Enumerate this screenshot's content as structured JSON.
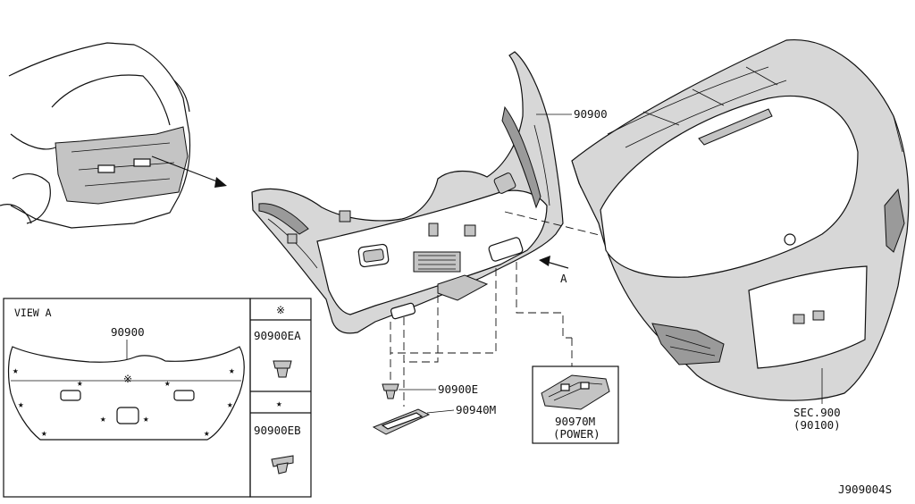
{
  "diagram_id": "J909004S",
  "callouts": {
    "trim": "90900",
    "view_a_trim": "90900",
    "clip_e": "90900E",
    "lamp": "90940M",
    "switch_line1": "90970M",
    "switch_line2": "(POWER)",
    "sec_line1": "SEC.900",
    "sec_line2": "(90100)",
    "arrow_a": "A",
    "clip_ea": "90900EA",
    "clip_eb": "90900EB"
  },
  "view_a": {
    "title": "VIEW A"
  },
  "symbols": {
    "asterisk": "※",
    "star": "★"
  }
}
